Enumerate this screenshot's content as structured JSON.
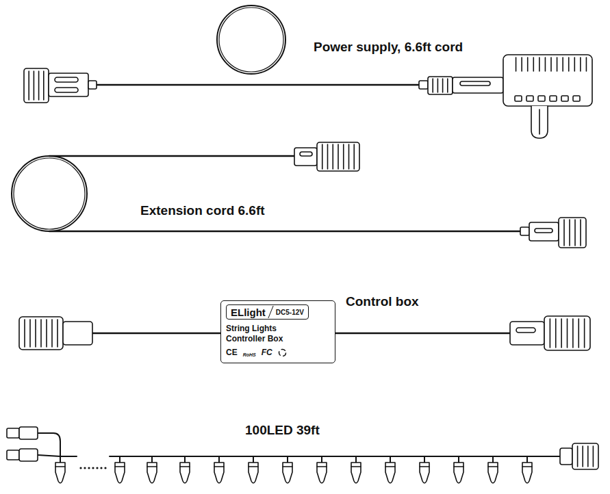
{
  "diagram": {
    "nodes": [
      {
        "text": [
          "ELlight",
          "DC5-12V",
          "String Lights Controller Box",
          "CE",
          "RoHS",
          "FC"
        ]
      }
    ],
    "labels": [
      "Power supply, 6.6ft cord",
      "Extension cord 6.6ft",
      "Control box",
      "100LED 39ft"
    ]
  }
}
